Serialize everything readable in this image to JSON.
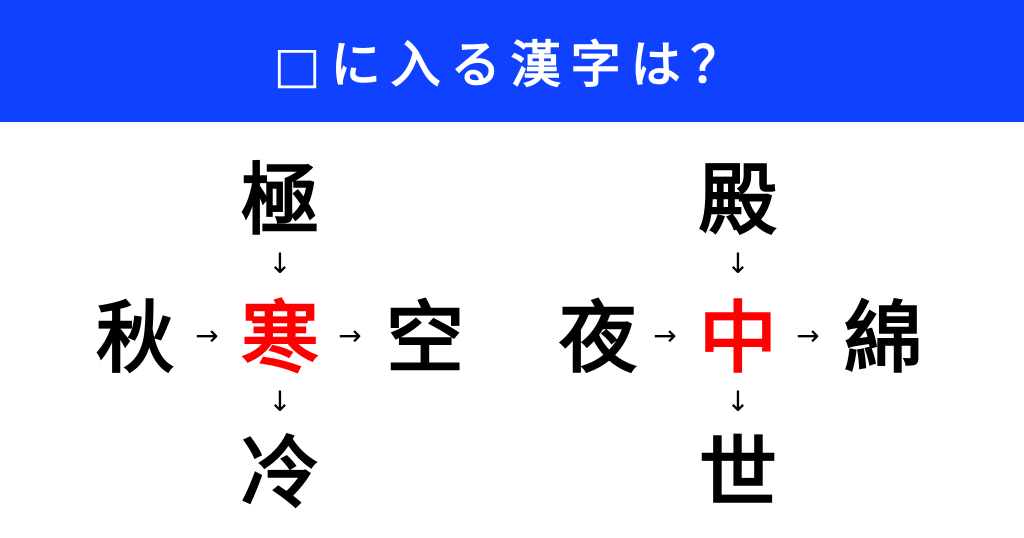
{
  "header": {
    "title": "□に入る漢字は？",
    "background_color": "#0f41ff",
    "text_color": "#ffffff"
  },
  "puzzles": [
    {
      "top": "極",
      "left": "秋",
      "center": "寒",
      "right": "空",
      "bottom": "冷",
      "center_color": "#ff0000"
    },
    {
      "top": "殿",
      "left": "夜",
      "center": "中",
      "right": "綿",
      "bottom": "世",
      "center_color": "#ff0000"
    }
  ],
  "arrows": {
    "down": "↓",
    "right": "→"
  }
}
